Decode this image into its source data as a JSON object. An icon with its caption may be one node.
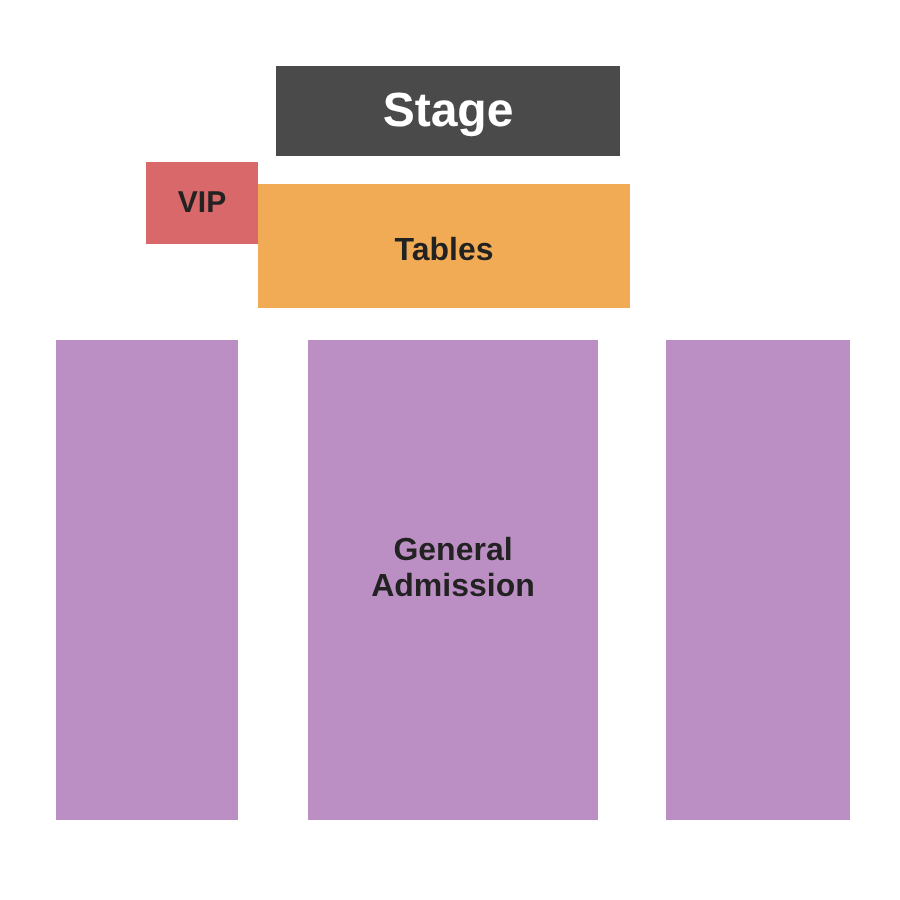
{
  "diagram": {
    "nodes": [
      {
        "text": [
          "Stage"
        ]
      },
      {
        "text": [
          "VIP"
        ]
      },
      {
        "text": [
          "Tables"
        ]
      },
      {
        "text": [],
        "shape": "box"
      },
      {
        "text": [
          "General Admission"
        ]
      },
      {
        "text": [],
        "shape": "box"
      }
    ],
    "edges": []
  }
}
